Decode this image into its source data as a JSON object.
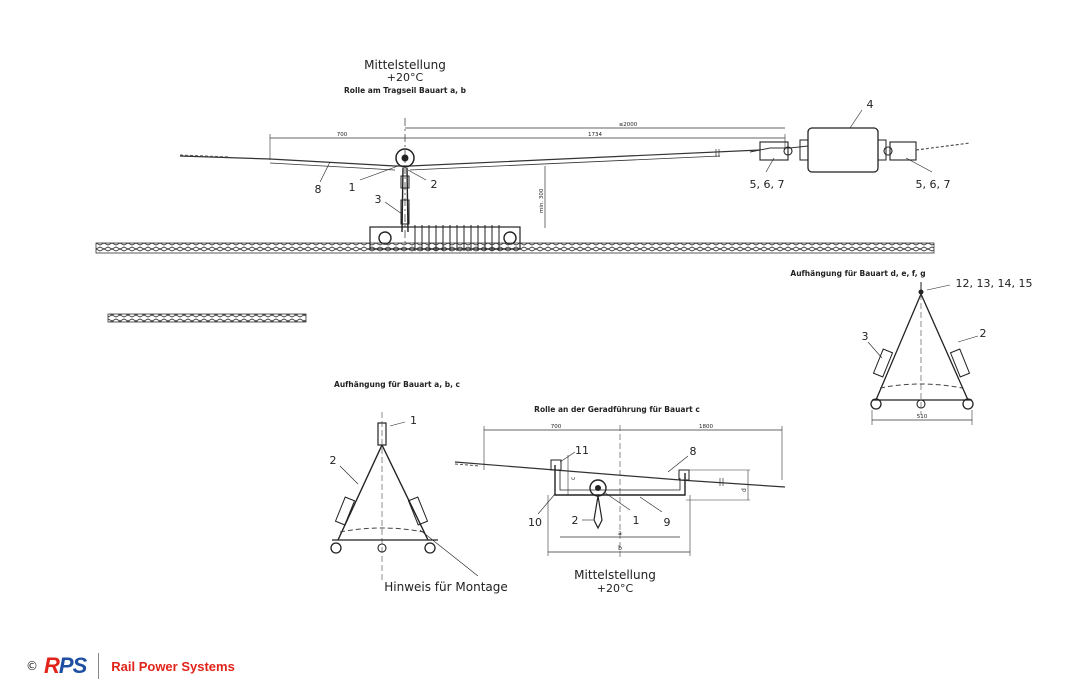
{
  "top": {
    "title": "Mittelstellung",
    "temp": "+20°C",
    "subtitle": "Rolle am Tragseil Bauart a, b",
    "dim_700": "700",
    "dim_1734": "1734",
    "dim_2000": "≤2000",
    "dim_min300": "min. 300",
    "call_1": "1",
    "call_2": "2",
    "call_3": "3",
    "call_4": "4",
    "call_8": "8",
    "call_567_left": "5, 6, 7",
    "call_567_right": "5, 6, 7"
  },
  "right_detail": {
    "title": "Aufhängung für Bauart d, e, f, g",
    "call_top": "12, 13, 14, 15",
    "call_3": "3",
    "call_2": "2",
    "dim_510": "510"
  },
  "left_detail": {
    "title": "Aufhängung für Bauart a, b, c",
    "call_1": "1",
    "call_2": "2",
    "note": "Hinweis für Montage"
  },
  "center_detail": {
    "title": "Rolle an der Geradführung für Bauart c",
    "dim_700": "700",
    "dim_1800": "1800",
    "call_11": "11",
    "call_8": "8",
    "call_10": "10",
    "call_2": "2",
    "call_1": "1",
    "call_9": "9",
    "dim_a": "a",
    "dim_b": "b",
    "dim_c": "c",
    "dim_d": "d",
    "state": "Mittelstellung",
    "temp": "+20°C"
  },
  "footer": {
    "copyright": "©",
    "logo_r": "R",
    "logo_ps": "PS",
    "company": "Rail Power Systems",
    "brand_color": "#1e4fa3",
    "accent_color": "#e2231a"
  }
}
